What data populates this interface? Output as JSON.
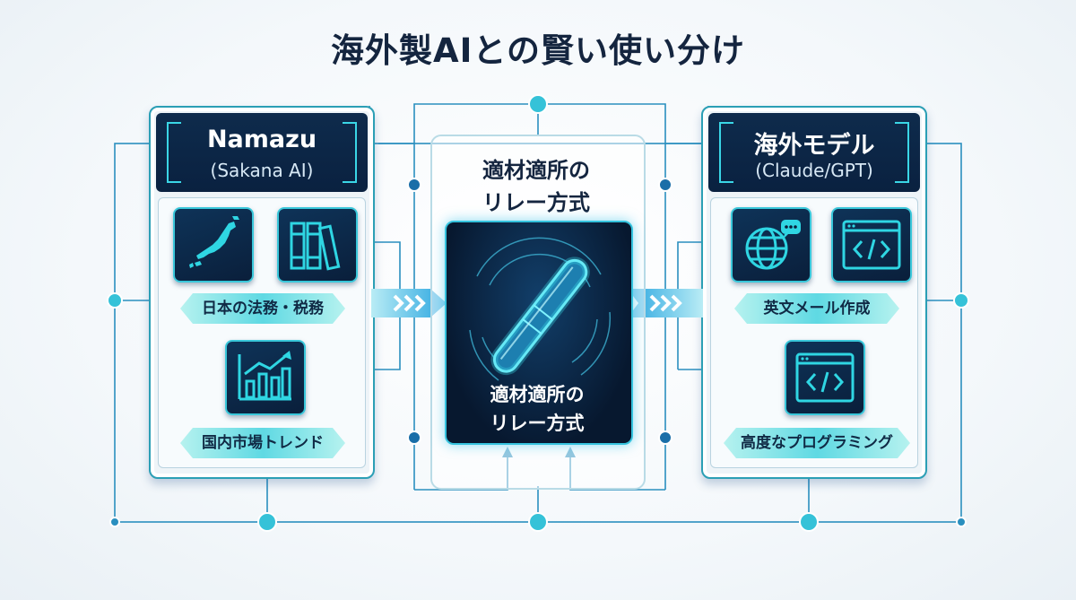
{
  "title": "海外製AIとの賢い使い分け",
  "left_panel": {
    "name": "Namazu",
    "sub": "(Sakana AI)",
    "tags": [
      "日本の法務・税務",
      "国内市場トレンド"
    ],
    "icons": [
      "japan-map-icon",
      "books-icon",
      "bar-chart-trend-icon"
    ]
  },
  "right_panel": {
    "name": "海外モデル",
    "sub": "(Claude/GPT)",
    "tags": [
      "英文メール作成",
      "高度なプログラミング"
    ],
    "icons": [
      "globe-chat-icon",
      "code-window-icon",
      "code-window-icon"
    ]
  },
  "center": {
    "heading_line1": "適材適所の",
    "heading_line2": "リレー方式",
    "inner_line1": "適材適所の",
    "inner_line2": "リレー方式",
    "icon": "relay-baton-icon"
  },
  "colors": {
    "navy": "#0a2140",
    "accent": "#2b9fb5",
    "glow": "#3ad6e6"
  }
}
